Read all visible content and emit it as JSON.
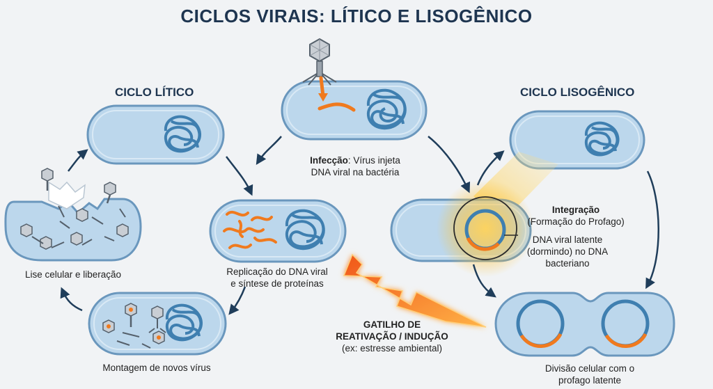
{
  "title": "CICLOS VIRAIS: LÍTICO E LISOGÊNICO",
  "lytic_heading": "CICLO LÍTICO",
  "lysogenic_heading": "CICLO LISOGÊNICO",
  "infection": {
    "bold": "Infecção",
    "rest": ": Vírus injeta",
    "line2": "DNA viral na bactéria"
  },
  "replication": {
    "line1": "Replicação do DNA viral",
    "line2": "e síntese de proteínas"
  },
  "assembly": {
    "line1": "Montagem de novos vírus"
  },
  "lysis": {
    "line1": "Lise celular e liberação"
  },
  "integration": {
    "line1": "Integração",
    "line2": "(Formação do Profago)"
  },
  "latent": {
    "line1": "DNA viral latente",
    "line2": "(dormindo) no DNA",
    "line3": "bacteriano"
  },
  "division": {
    "line1": "Divisão celular com o",
    "line2": "profago latente"
  },
  "trigger": {
    "line1": "GATILHO DE",
    "line2": "REATIVAÇÃO / INDUÇÃO",
    "line3": "(ex: estresse ambiental)"
  },
  "colors": {
    "title": "#1e3550",
    "cell_fill": "#bcd7ec",
    "cell_stroke": "#6a97bd",
    "dna": "#3f7fb0",
    "viral_dna": "#f07a1e",
    "arrow": "#1f3d5a",
    "lightning": "#f26a1b"
  }
}
